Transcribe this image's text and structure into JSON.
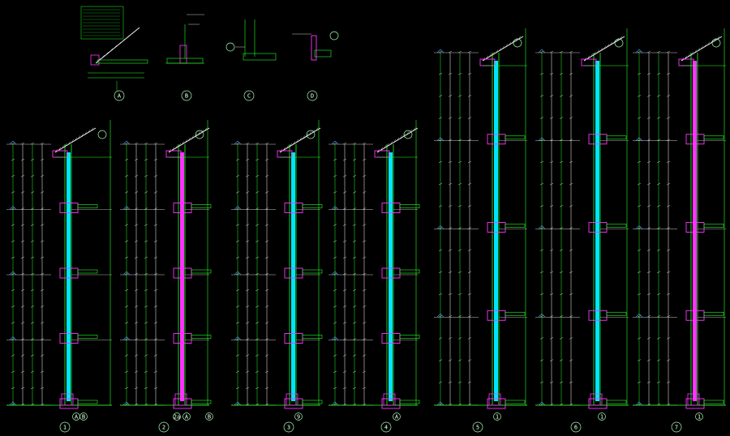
{
  "colors": {
    "background": "#000000",
    "frame": "#22ff22",
    "grid": "#d8d8d8",
    "dim": "#ffffff",
    "wall": "#ff33ff",
    "glass": "#00e5ff",
    "level": "#4aa8ff",
    "roof": "#ffffff",
    "label": "#ffffff",
    "badge": "#9fffb0"
  },
  "details": [
    {
      "id": "A",
      "label": "A"
    },
    {
      "id": "B",
      "label": "B"
    },
    {
      "id": "C",
      "label": "C"
    },
    {
      "id": "D",
      "label": "D"
    }
  ],
  "sections": [
    {
      "id": "1",
      "label": "1",
      "axes": [
        "A",
        "B"
      ]
    },
    {
      "id": "2",
      "label": "2",
      "axes": [
        "2a",
        "A",
        "B"
      ]
    },
    {
      "id": "3",
      "label": "3",
      "axes": [
        "9"
      ]
    },
    {
      "id": "4",
      "label": "4",
      "axes": [
        "A"
      ]
    },
    {
      "id": "5",
      "label": "5",
      "axes": [
        "1"
      ]
    },
    {
      "id": "6",
      "label": "6",
      "axes": [
        "1"
      ]
    },
    {
      "id": "7",
      "label": "7",
      "axes": [
        "1"
      ]
    }
  ]
}
